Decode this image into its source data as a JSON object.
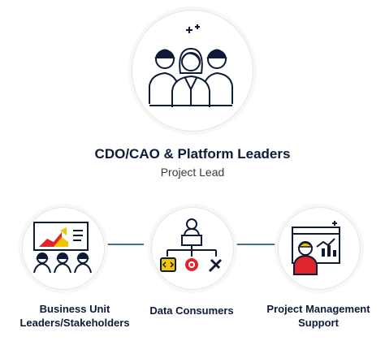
{
  "top_node": {
    "title": "CDO/CAO & Platform Leaders",
    "subtitle": "Project Lead",
    "icon": "team-leaders-icon"
  },
  "bottom_nodes": [
    {
      "label_line1": "Business Unit",
      "label_line2": "Leaders/Stakeholders",
      "icon": "presentation-audience-icon"
    },
    {
      "label_line1": "Data Consumers",
      "label_line2": "",
      "icon": "data-org-tools-icon"
    },
    {
      "label_line1": "Project Management",
      "label_line2": "Support",
      "icon": "analytics-person-icon"
    }
  ],
  "colors": {
    "navy": "#0d1b36",
    "yellow": "#f5c400",
    "red": "#e0242b",
    "connector": "#3f6f9a"
  }
}
